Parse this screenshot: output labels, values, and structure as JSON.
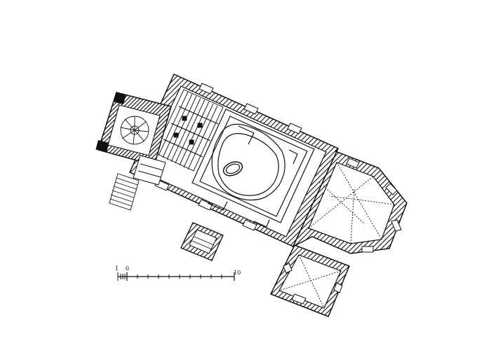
{
  "figure": {
    "type": "architectural floor plan",
    "ink_color": "#111111",
    "hatch_color": "#111111",
    "background_color": "#ffffff"
  },
  "scale_bar": {
    "labels": [
      "1",
      "0",
      "10"
    ]
  }
}
